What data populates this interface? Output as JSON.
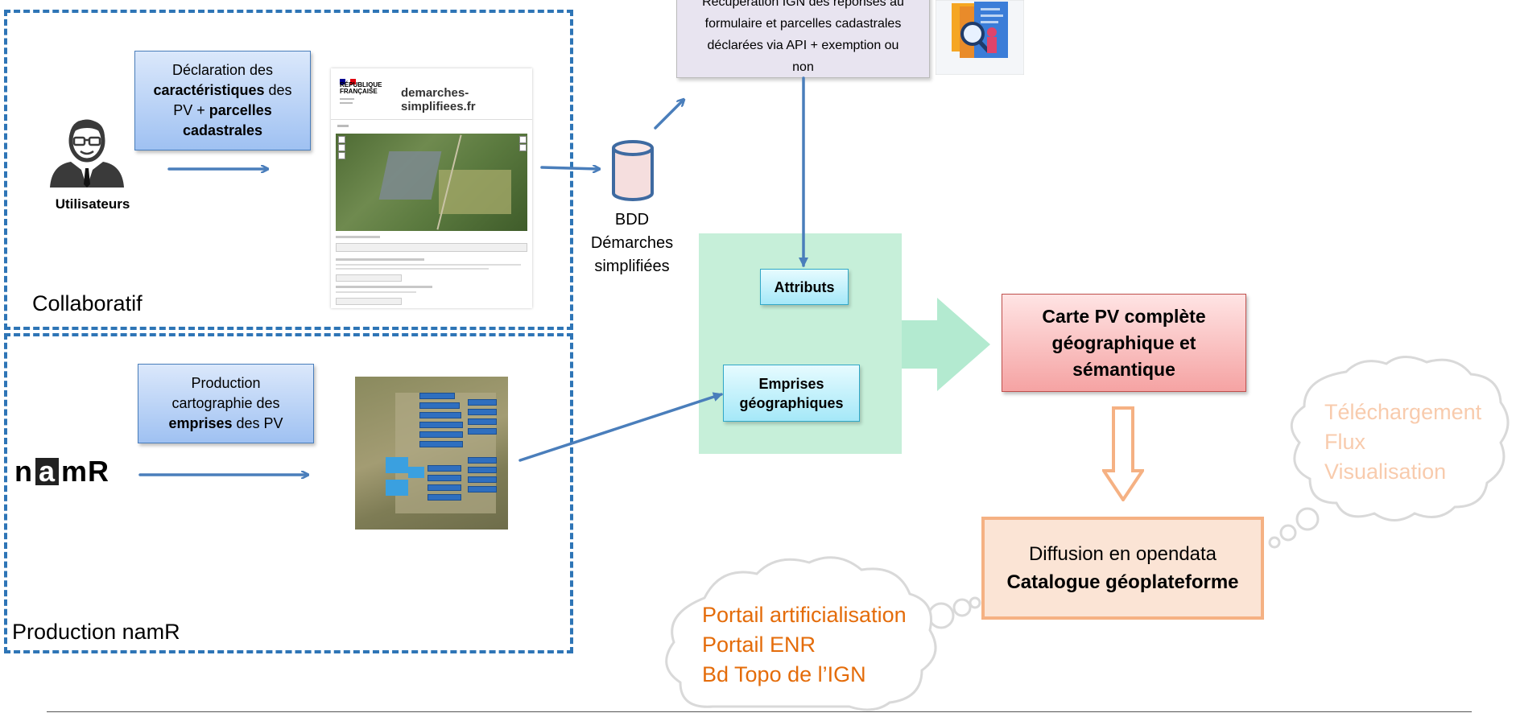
{
  "collaboratif": {
    "frame_label": "Collaboratif",
    "user_label": "Utilisateurs",
    "declaration_box": {
      "line1": "Déclaration des",
      "line2_bold": "caractéristiques",
      "line2_rest": " des",
      "line3_pre": "PV + ",
      "line3_bold": "parcelles",
      "line4_bold": "cadastrales"
    },
    "form_screenshot": {
      "republique_line1": "RÉPUBLIQUE",
      "republique_line2": "FRANÇAISE",
      "site_title": "demarches-simplifiees.fr"
    }
  },
  "production_namr": {
    "frame_label": "Production namR",
    "logo_n": "n",
    "logo_a": "a",
    "logo_mr": "mR",
    "production_box": {
      "line1": "Production",
      "line2": "cartographie des",
      "line3_bold": "emprises",
      "line3_rest": " des PV"
    }
  },
  "database": {
    "line1": "BDD",
    "line2": "Démarches",
    "line3": "simplifiées"
  },
  "ign_box": {
    "line1": "Récupération IGN des réponses au",
    "line2": "formulaire et parcelles cadastrales",
    "line3": "déclarées via API + exemption ou",
    "line4": "non"
  },
  "attributs_label": "Attributs",
  "emprises_box": {
    "line1": "Emprises",
    "line2": "géographiques"
  },
  "carte_box": {
    "line1": "Carte PV complète",
    "line2": "géographique et",
    "line3": "sémantique"
  },
  "diffusion_box": {
    "line1": "Diffusion en opendata",
    "line2_bold": "Catalogue géoplateforme"
  },
  "cloud_right": {
    "lines": [
      "Téléchargement",
      "Flux",
      "Visualisation"
    ]
  },
  "cloud_left": {
    "lines": [
      "Portail artificialisation",
      "Portail ENR",
      "Bd Topo de l’IGN"
    ]
  },
  "colors": {
    "frame_blue": "#2e75b6",
    "arrow_blue": "#4a7ebb",
    "cloud_orange": "#e46c0a",
    "cloud_peach": "#f8cbad",
    "carte_border": "#c0504d",
    "green_block": "#c6efd9"
  }
}
